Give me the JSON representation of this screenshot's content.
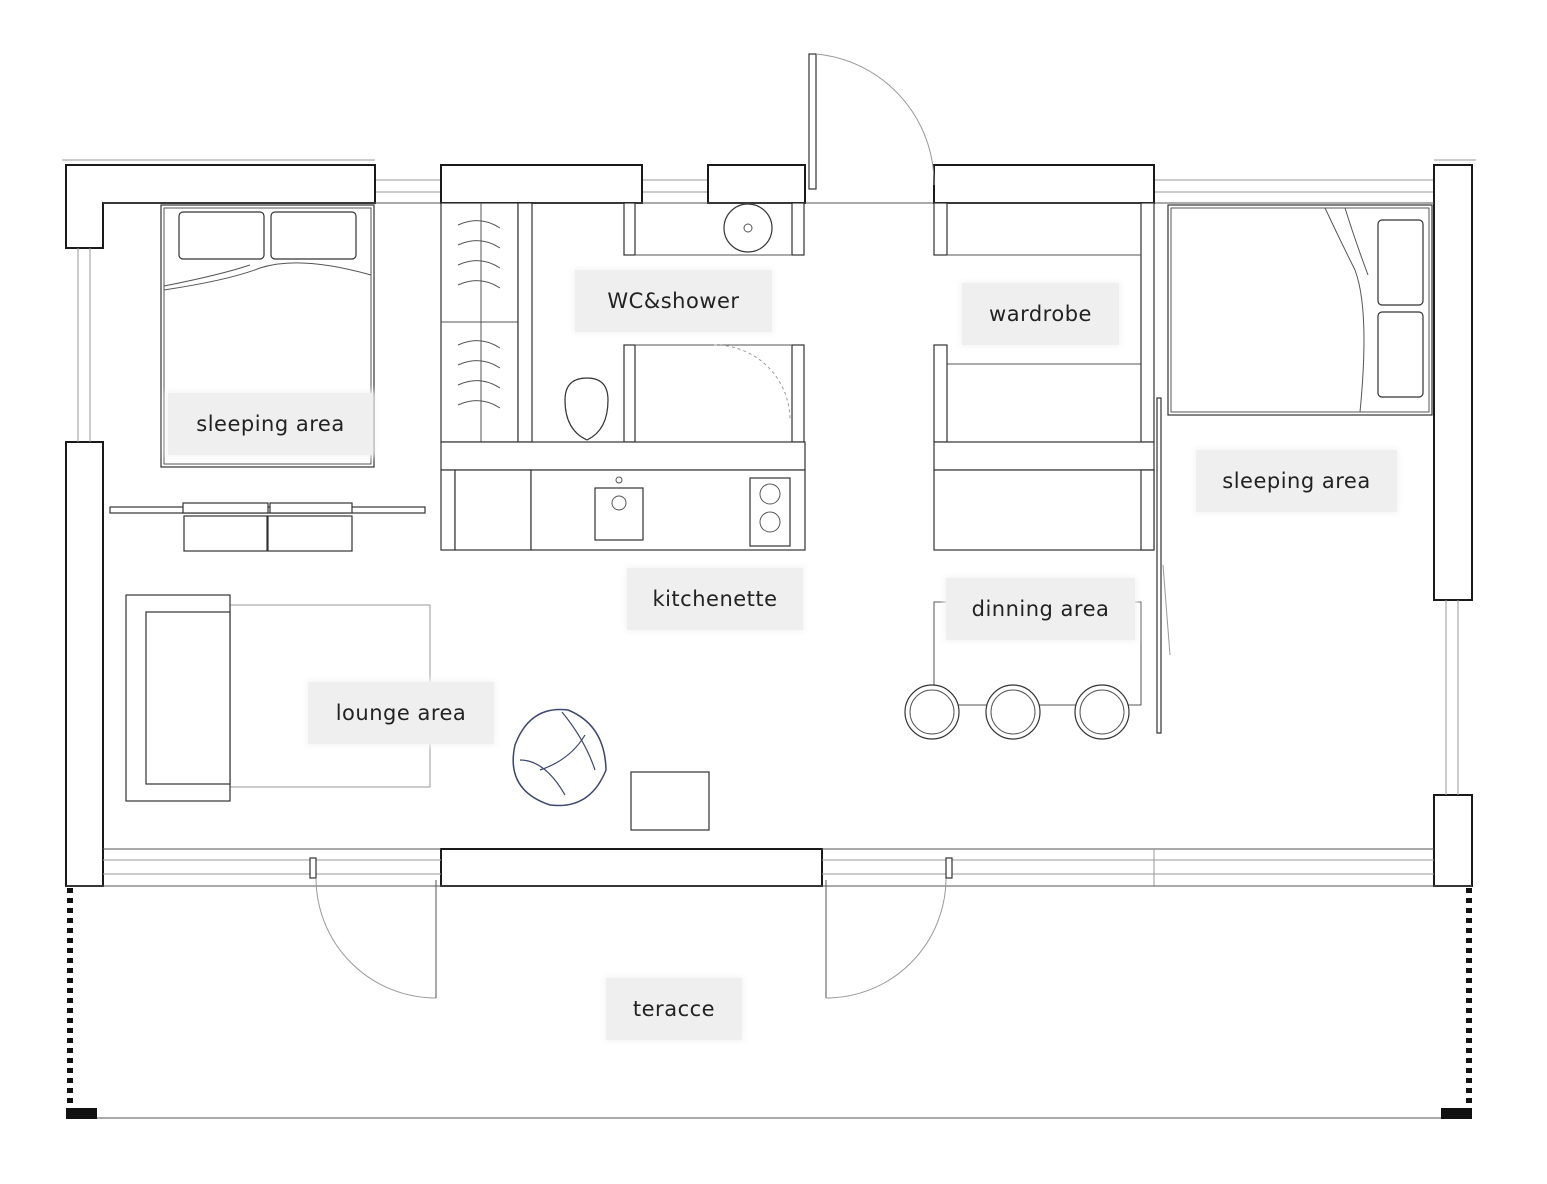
{
  "labels": {
    "sleeping_left": "sleeping area",
    "wc_shower": "WC&shower",
    "wardrobe": "wardrobe",
    "sleeping_right": "sleeping area",
    "kitchenette": "kitchenette",
    "dining": "dinning area",
    "lounge": "lounge area",
    "terrace": "teracce"
  },
  "colors": {
    "wall_outline": "#1a1a1a",
    "label_background": "#efefef",
    "armchair": "#3d4670"
  }
}
